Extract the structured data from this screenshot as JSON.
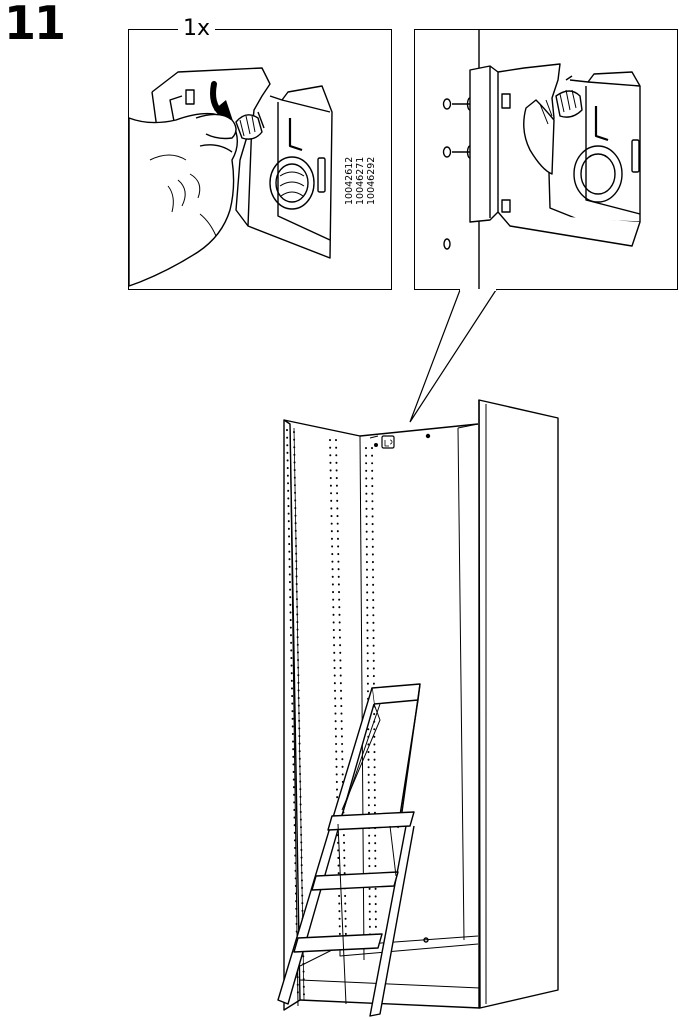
{
  "step": {
    "number": "11"
  },
  "detail_left": {
    "quantity": "1x",
    "part_numbers": [
      "10042612",
      "10046271",
      "10046292"
    ]
  },
  "colors": {
    "ink": "#000000",
    "paper": "#ffffff",
    "arrow": "#000000"
  },
  "icons": [
    "hand-icon",
    "push-arrow-icon",
    "hinge-bracket-icon",
    "stepladder-icon",
    "wardrobe-frame-icon",
    "callout-pointer-icon"
  ]
}
